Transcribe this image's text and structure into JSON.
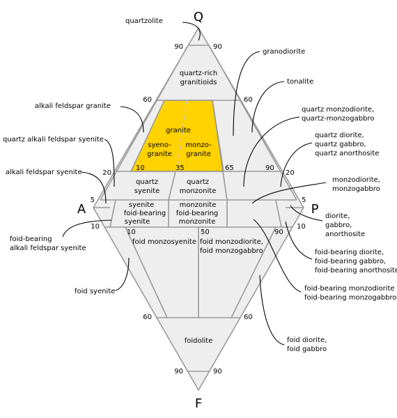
{
  "vertices": {
    "q": "Q",
    "a": "A",
    "p": "P",
    "f": "F"
  },
  "ticks": {
    "q90_left": "90",
    "q90_right": "90",
    "q60_left": "60",
    "q60_right": "60",
    "q20_left": "20",
    "q20_right": "20",
    "q5_left": "5",
    "q5_right": "5",
    "f10_left": "10",
    "f10_right": "10",
    "f60_left": "60",
    "f60_right": "60",
    "f90_left": "90",
    "f90_right": "90",
    "p10": "10",
    "p35": "35",
    "p65": "65",
    "p90": "90",
    "pf10": "10",
    "pf50": "50",
    "pf90": "90"
  },
  "fields": {
    "quartz_rich": [
      "quartz-rich",
      "granitioids"
    ],
    "granite": "granite",
    "syenogranite": [
      "syeno-",
      "granite"
    ],
    "monzogranite": [
      "monzo-",
      "granite"
    ],
    "quartz_syenite": [
      "quartz",
      "syenite"
    ],
    "quartz_monzonite": [
      "quartz",
      "monzonite"
    ],
    "syenite": "syenite",
    "monzonite": "monzonite",
    "foid_bearing_syenite": [
      "foid-bearing",
      "syenite"
    ],
    "foid_bearing_monzonite": [
      "foid-bearing",
      "monzonite"
    ],
    "foid_monzosyenite": "foid monzosyenite",
    "foid_monzodiorite": [
      "foid monzodiorite,",
      "foid monzogabbro"
    ],
    "foidolite": "foidolite"
  },
  "callouts": {
    "quartzolite": "quartzolite",
    "alkali_feldspar_granite": "alkali feldspar granite",
    "quartz_alkali_feldspar_syenite": "quartz alkali feldspar syenite",
    "alkali_feldspar_syenite": "alkali feldspar syenite",
    "foid_bearing_alkali_feldspar_syenite": [
      "foid-bearing",
      "alkali feldspar syenite"
    ],
    "foid_syenite": "foid syenite",
    "granodiorite": "granodiorite",
    "tonalite": "tonalite",
    "quartz_monzodiorite": [
      "quartz monzodiorite,",
      "quartz-monzogabbro"
    ],
    "quartz_diorite": [
      "quartz diorite,",
      "quartz gabbro,",
      "quartz anorthosite"
    ],
    "monzodiorite": [
      "monzodiorite,",
      "monzogabbro"
    ],
    "diorite": [
      "diorite,",
      "gabbro,",
      "anorthosite"
    ],
    "foid_bearing_diorite": [
      "foid-bearing diorite,",
      "foid-bearing gabbro,",
      "foid-bearing anorthosite"
    ],
    "foid_bearing_monzodiorite": [
      "foid-bearing monzodiorite",
      "foid-bearing monzogabbro"
    ],
    "foid_diorite": [
      "foid diorite,",
      "foid gabbro"
    ]
  },
  "colors": {
    "field_fill": "#eeeeee",
    "granite_fill": "#ffd200",
    "boundary": "#999999",
    "leader": "#000000"
  }
}
